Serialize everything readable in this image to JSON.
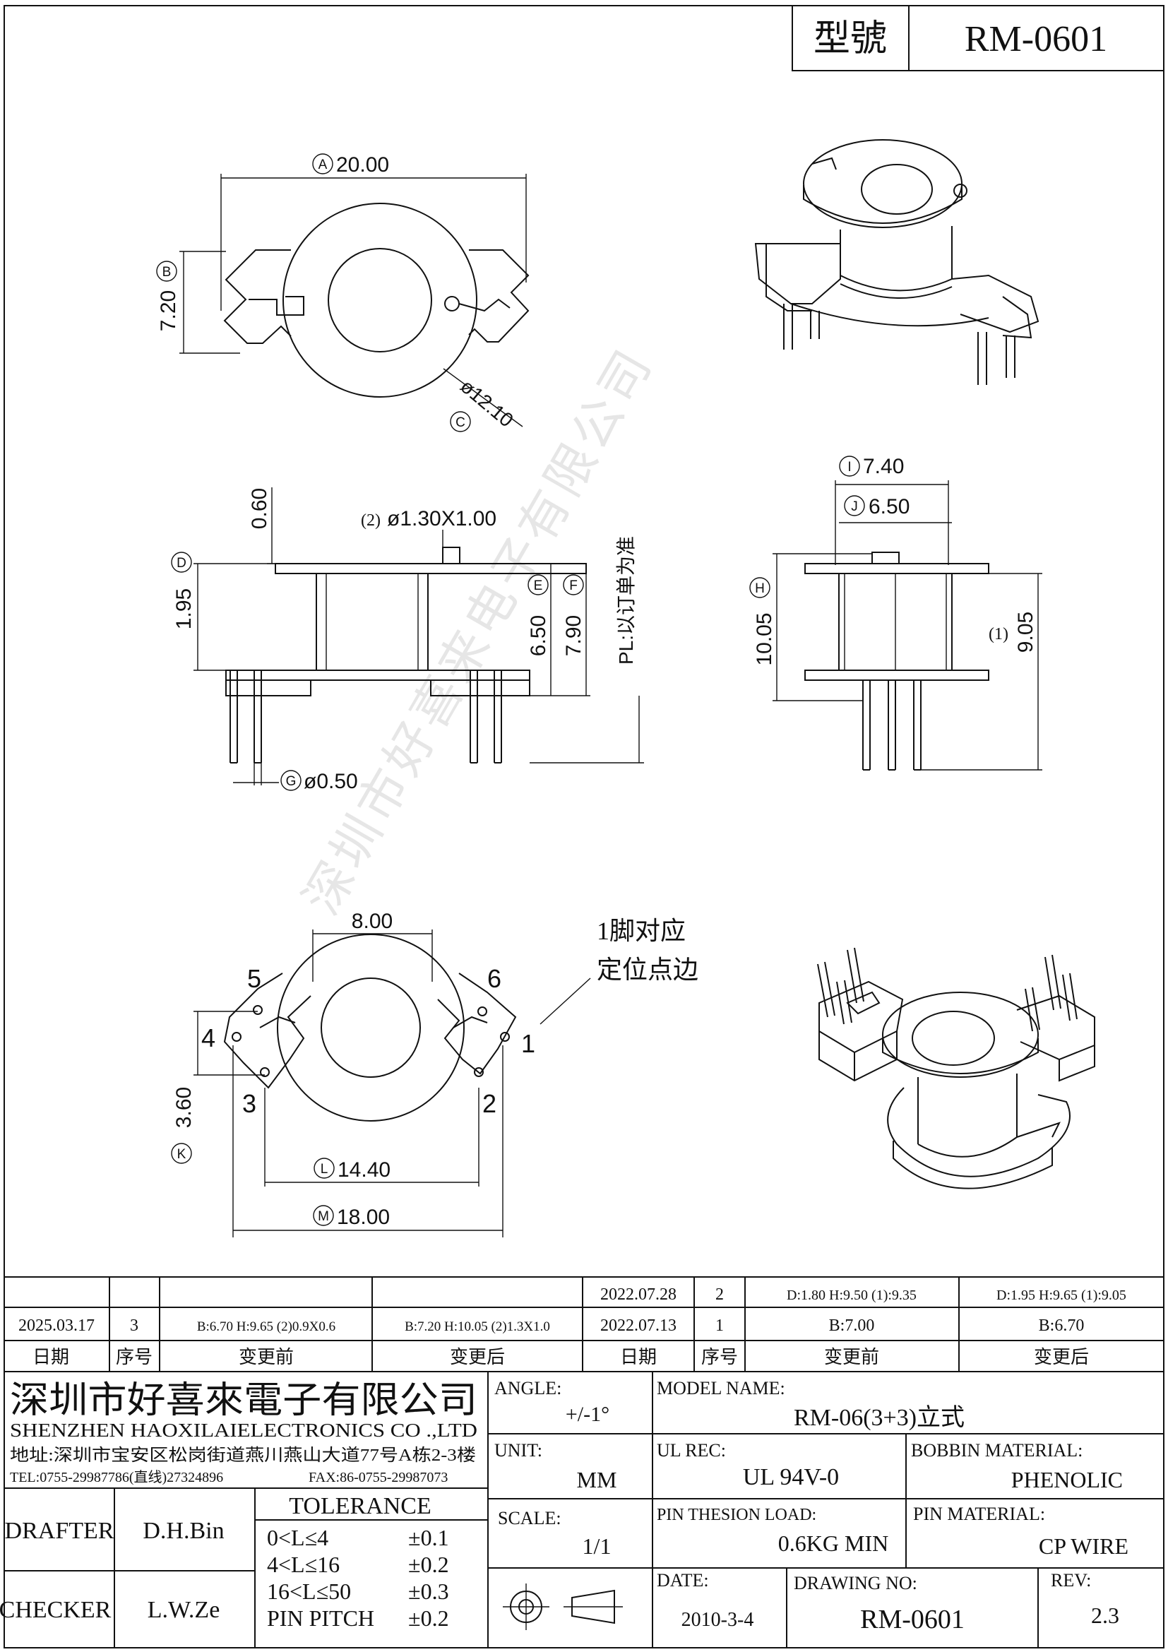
{
  "header": {
    "model_label": "型號",
    "model_value": "RM-0601"
  },
  "watermark": "深圳市好喜来电子有限公司",
  "dimensions": {
    "a": "20.00",
    "b": "7.20",
    "c": "ø12.10",
    "top_gap": "0.60",
    "pin_note_count": "(2)",
    "pin_note": "ø1.30X1.00",
    "d": "1.95",
    "e": "6.50",
    "f": "7.90",
    "pl_note": "PL:以订单为准",
    "g": "ø0.50",
    "i": "7.40",
    "j": "6.50",
    "h": "10.05",
    "h2_count": "(1)",
    "h2": "9.05",
    "bottom_width": "8.00",
    "k": "3.60",
    "l": "14.40",
    "m": "18.00"
  },
  "circle_labels": {
    "a": "A",
    "b": "B",
    "c": "C",
    "d": "D",
    "e": "E",
    "f": "F",
    "g": "G",
    "h": "H",
    "i": "I",
    "j": "J",
    "k": "K",
    "l": "L",
    "m": "M"
  },
  "pins": [
    "1",
    "2",
    "3",
    "4",
    "5",
    "6"
  ],
  "pin_note_lines": [
    "1脚对应",
    "定位点边"
  ],
  "revision_table": {
    "top_row": {
      "date": "2022.07.28",
      "seq": "2",
      "before": "D:1.80 H:9.50 (1):9.35",
      "after": "D:1.95 H:9.65 (1):9.05"
    },
    "mid_row": {
      "date_l": "2025.03.17",
      "seq_l": "3",
      "before_l": "B:6.70 H:9.65 (2)0.9X0.6",
      "after_l": "B:7.20 H:10.05 (2)1.3X1.0",
      "date_r": "2022.07.13",
      "seq_r": "1",
      "before_r": "B:7.00",
      "after_r": "B:6.70"
    },
    "headers": {
      "date": "日期",
      "seq": "序号",
      "before": "变更前",
      "after": "变更后"
    }
  },
  "company": {
    "name_cn": "深圳市好喜來電子有限公司",
    "name_en": "SHENZHEN HAOXILAIELECTRONICS CO .,LTD",
    "address": "地址:深圳市宝安区松岗街道燕川燕山大道77号A栋2-3楼",
    "tel": "TEL:0755-29987786(直线)27324896",
    "fax": "FAX:86-0755-29987073"
  },
  "title_block": {
    "angle_label": "ANGLE:",
    "angle_value": "+/-1°",
    "unit_label": "UNIT:",
    "unit_value": "MM",
    "scale_label": "SCALE:",
    "scale_value": "1/1",
    "model_name_label": "MODEL NAME:",
    "model_name_value": "RM-06(3+3)立式",
    "ul_label": "UL REC:",
    "ul_value": "UL 94V-0",
    "bobbin_label": "BOBBIN MATERIAL:",
    "bobbin_value": "PHENOLIC",
    "pin_load_label": "PIN THESION LOAD:",
    "pin_load_value": "0.6KG MIN",
    "pin_material_label": "PIN MATERIAL:",
    "pin_material_value": "CP  WIRE",
    "date_label": "DATE:",
    "date_value": "2010-3-4",
    "drawing_no_label": "DRAWING NO:",
    "drawing_no_value": "RM-0601",
    "rev_label": "REV:",
    "rev_value": "2.3",
    "drafter_label": "DRAFTER",
    "drafter_value": "D.H.Bin",
    "checker_label": "CHECKER",
    "checker_value": "L.W.Ze",
    "tolerance_label": "TOLERANCE",
    "tolerances": [
      {
        "range": "0<L≤4",
        "value": "±0.1"
      },
      {
        "range": "4<L≤16",
        "value": "±0.2"
      },
      {
        "range": "16<L≤50",
        "value": "±0.3"
      },
      {
        "range": "PIN PITCH",
        "value": "±0.2"
      }
    ]
  }
}
